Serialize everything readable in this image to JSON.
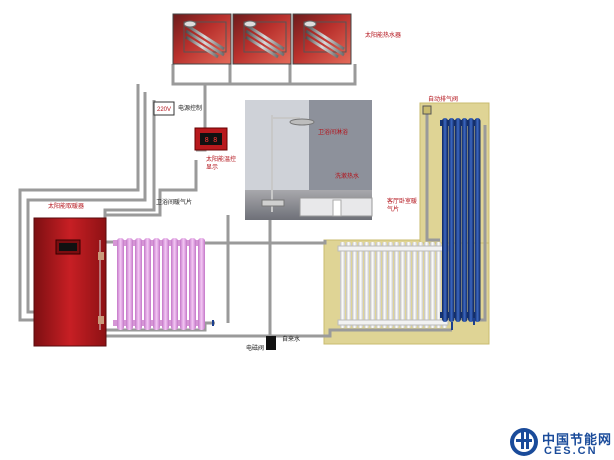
{
  "labels": {
    "solar_collector": "太阳能热水器",
    "voltage": "220V",
    "power_control": "电源控制",
    "temp_display": "太阳能温控显示",
    "solar_heater": "太阳能取暖器",
    "bath_radiator": "卫浴间暖气片",
    "shower": "卫浴间淋浴",
    "hot_water": "洗漱热水",
    "living_radiator": "客厅卧室暖气片",
    "air_vent": "自动排气阀",
    "solenoid_valve": "电磁阀",
    "tap_water": "自来水",
    "controller_panel_text": "8 8"
  },
  "watermark": {
    "cn": "中国节能网",
    "en": "CES.CN"
  },
  "colors": {
    "pipe": "#9a9a9a",
    "heater_body": "#b8191d",
    "bath_radiator": "#e8a3e8",
    "living_panel": "#dcd08e",
    "blue_radiator": "#1b3f8f",
    "logo_blue": "#1a4b9a"
  }
}
